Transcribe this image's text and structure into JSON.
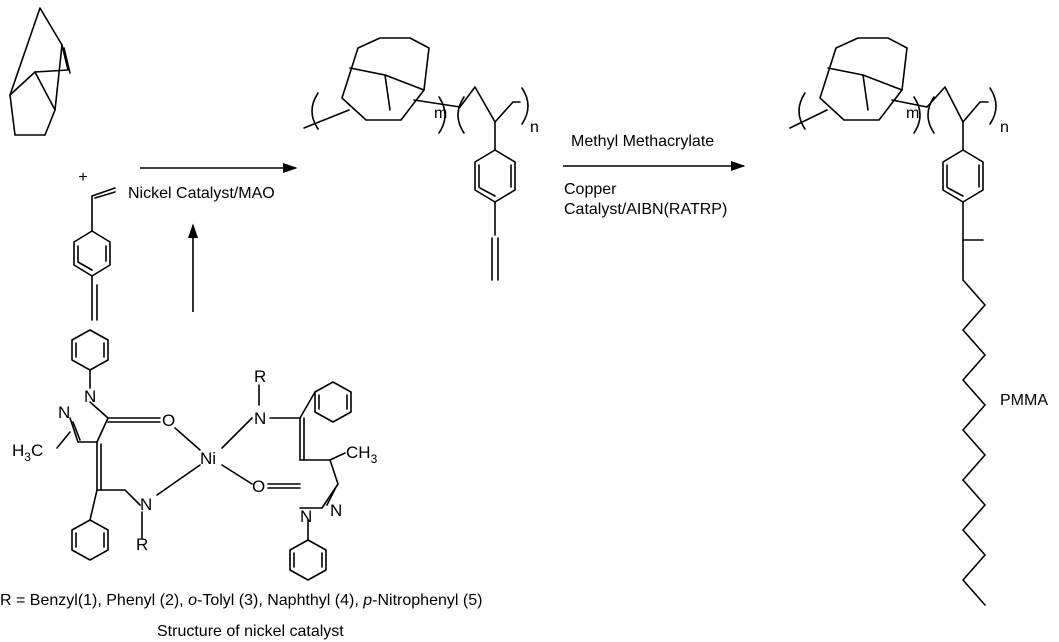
{
  "plus_sign": "+",
  "reaction_step1": {
    "condition": "Nickel Catalyst/MAO"
  },
  "reaction_step2": {
    "reagent": "Methyl Methacrylate",
    "condition_line1": "Copper",
    "condition_line2": "Catalyst/AIBN(RATRP)"
  },
  "copolymer": {
    "m_label": "m",
    "n_label": "n"
  },
  "graft_copolymer": {
    "m_label": "m",
    "n_label": "n",
    "side_chain_label": "PMMA"
  },
  "catalyst": {
    "atoms": {
      "n_top_ring": "N",
      "n_top_ring2": "N",
      "o_left": "O",
      "ni": "Ni",
      "r_top": "R",
      "n_left_imine": "N",
      "n_right_imine": "N",
      "o_right": "O",
      "r_bottom": "R",
      "n_bot_ring": "N",
      "n_bot_ring2": "N",
      "h3c": "H",
      "h3c_sub": "3",
      "h3c_c": "C",
      "ch3_c": "CH",
      "ch3_sub": "3"
    },
    "r_group_prefix": "R = Benzyl(1), Phenyl (2), ",
    "r_group_o": "o",
    "r_group_mid": "-Tolyl (3), Naphthyl (4), ",
    "r_group_p": "p",
    "r_group_end": "-Nitrophenyl (5)",
    "caption": "Structure of nickel catalyst"
  }
}
